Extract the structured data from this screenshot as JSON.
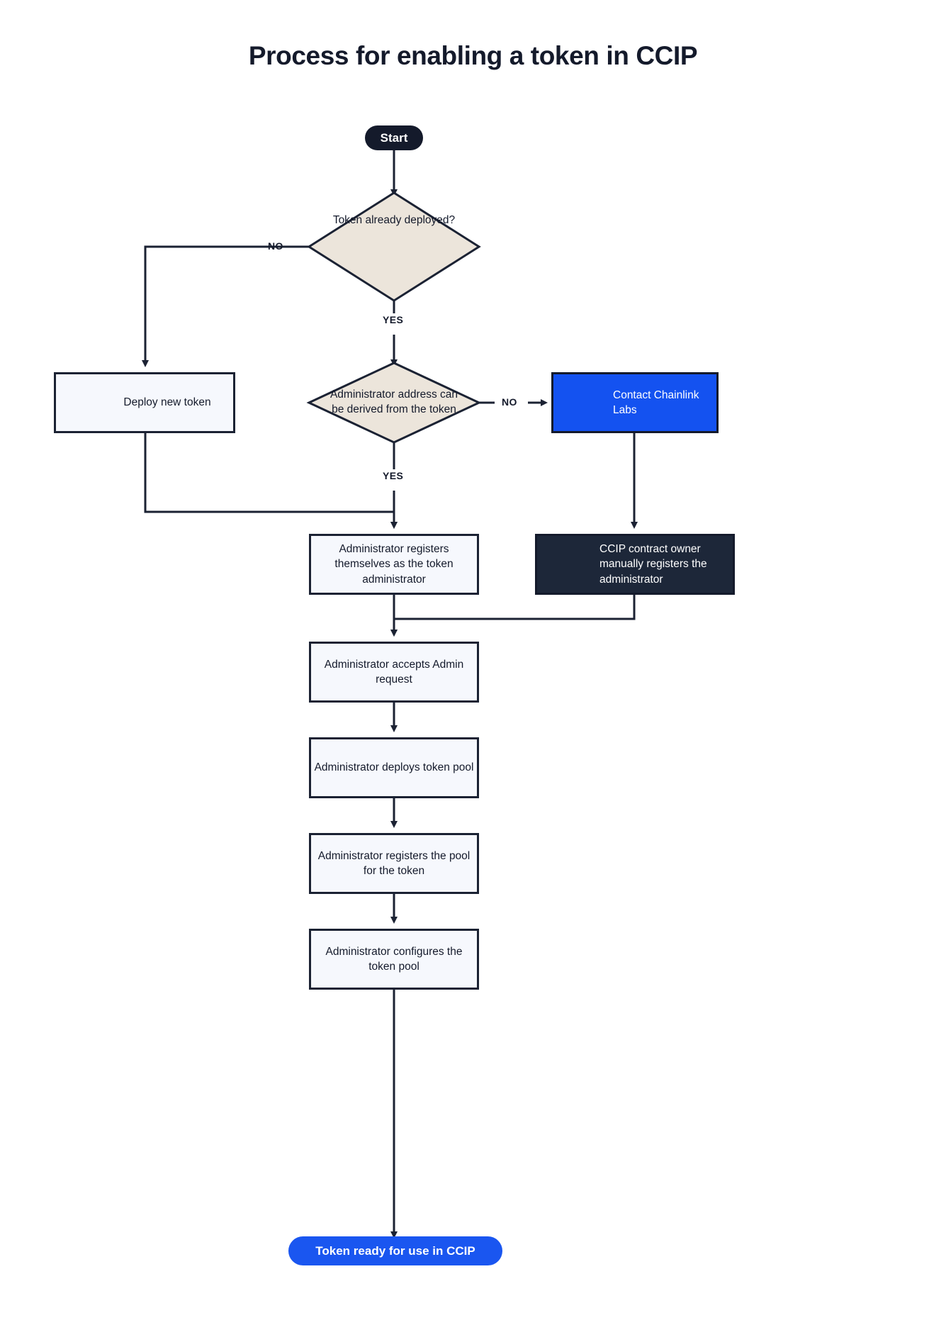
{
  "page": {
    "title": "Process for enabling a token in CCIP",
    "background_color": "#ffffff"
  },
  "colors": {
    "stroke": "#1b2233",
    "process_fill": "#f6f8fd",
    "decision_fill": "#ece5db",
    "chainlink_blue": "#1452f0",
    "cta_blue": "#1a56f0",
    "dark_navy": "#1d2739",
    "start_dark": "#141a2b",
    "coin_gold": "#f5b316"
  },
  "nodes": {
    "start": {
      "label": "Start",
      "shape": "pill"
    },
    "decision_token_deployed": {
      "label": "Token already deployed?",
      "shape": "diamond"
    },
    "deploy_new_token": {
      "label": "Deploy new token",
      "shape": "process",
      "icon": "gold-coin-icon"
    },
    "decision_admin_derivable": {
      "label": "Administrator address can be derived from the token",
      "shape": "diamond"
    },
    "contact_chainlink": {
      "label": "Contact Chainlink Labs",
      "shape": "process",
      "icon": "chainlink-hexagon-icon"
    },
    "ccip_owner_registers": {
      "label": "CCIP contract owner manually registers the administrator",
      "shape": "process",
      "icon": "ccip-hexagon-icon"
    },
    "admin_registers_self": {
      "label": "Administrator registers themselves as the token administrator",
      "shape": "process"
    },
    "admin_accepts": {
      "label": "Administrator accepts Admin request",
      "shape": "process"
    },
    "admin_deploys_pool": {
      "label": "Administrator deploys token pool",
      "shape": "process"
    },
    "admin_registers_pool": {
      "label": "Administrator registers the pool for the token",
      "shape": "process"
    },
    "admin_configures_pool": {
      "label": "Administrator configures the token pool",
      "shape": "process"
    },
    "end": {
      "label": "Token ready for use in CCIP",
      "shape": "pill"
    }
  },
  "edge_labels": {
    "deployed_no": "NO",
    "deployed_yes": "YES",
    "derivable_no": "NO",
    "derivable_yes": "YES"
  }
}
